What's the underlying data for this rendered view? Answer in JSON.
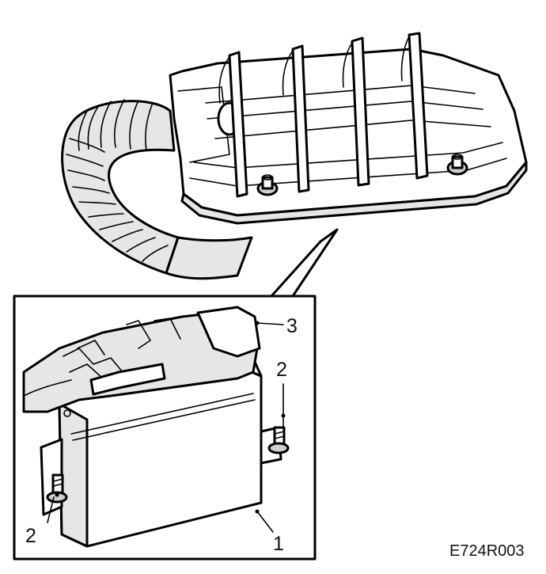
{
  "callouts": {
    "ecu_label": "1",
    "bolt_right_label": "2",
    "bolt_left_label": "2",
    "connector_label": "3"
  },
  "figure_code": "E724R003",
  "colors": {
    "line": "#000000",
    "shade": "#e6e6e6",
    "background": "#ffffff"
  }
}
